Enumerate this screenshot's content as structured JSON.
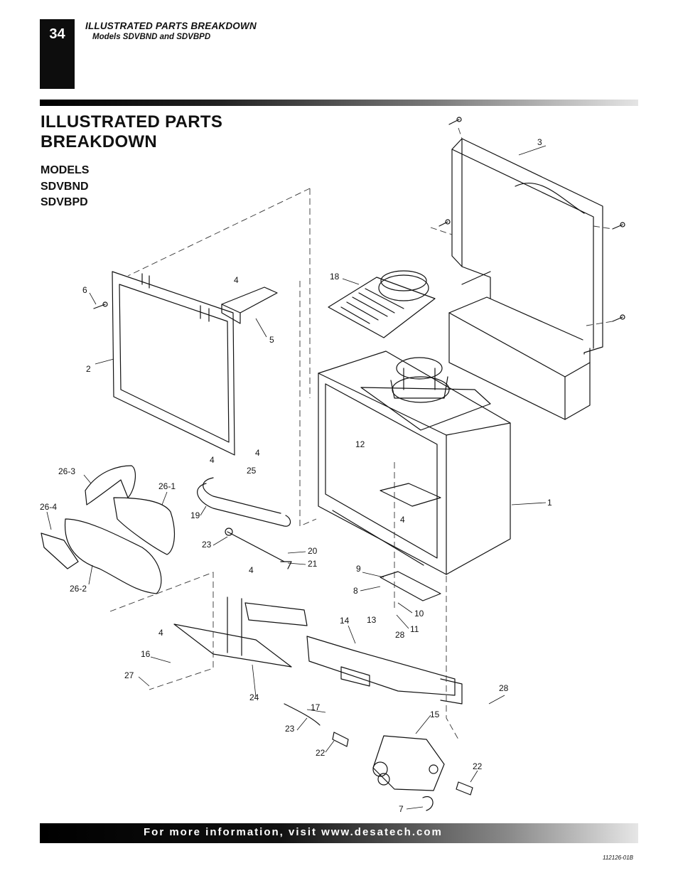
{
  "header": {
    "page_number": "34",
    "section_title": "ILLUSTRATED PARTS BREAKDOWN",
    "section_subtitle": "Models SDVBND and SDVBPD"
  },
  "main": {
    "title": "ILLUSTRATED PARTS BREAKDOWN",
    "models_heading": "MODELS",
    "models": [
      "SDVBND",
      "SDVBPD"
    ]
  },
  "diagram": {
    "callouts": [
      "1",
      "2",
      "3",
      "4",
      "4",
      "4",
      "4",
      "4",
      "4",
      "5",
      "6",
      "7",
      "8",
      "9",
      "10",
      "11",
      "12",
      "13",
      "14",
      "15",
      "16",
      "17",
      "18",
      "19",
      "20",
      "21",
      "22",
      "22",
      "23",
      "23",
      "24",
      "25",
      "26-1",
      "26-2",
      "26-3",
      "26-4",
      "27",
      "28",
      "28"
    ]
  },
  "footer": {
    "text": "For more information, visit www.desatech.com",
    "doc_number": "112126-01B"
  }
}
